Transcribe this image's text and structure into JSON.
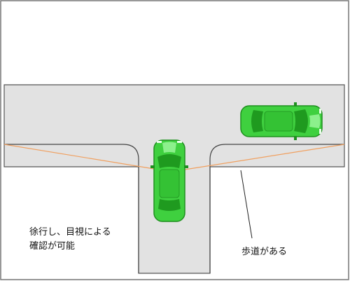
{
  "captions": {
    "slow_drive_line1": "徐行し、目視による",
    "slow_drive_line2": "確認が可能",
    "sidewalk": "歩道がある"
  },
  "colors": {
    "road_fill": "#e2e2e2",
    "road_edge": "#555555",
    "sight_line": "#f0a060",
    "car_body": "#3fd03f",
    "car_dark": "#1f8f1f",
    "car_light": "#8cf08c"
  }
}
